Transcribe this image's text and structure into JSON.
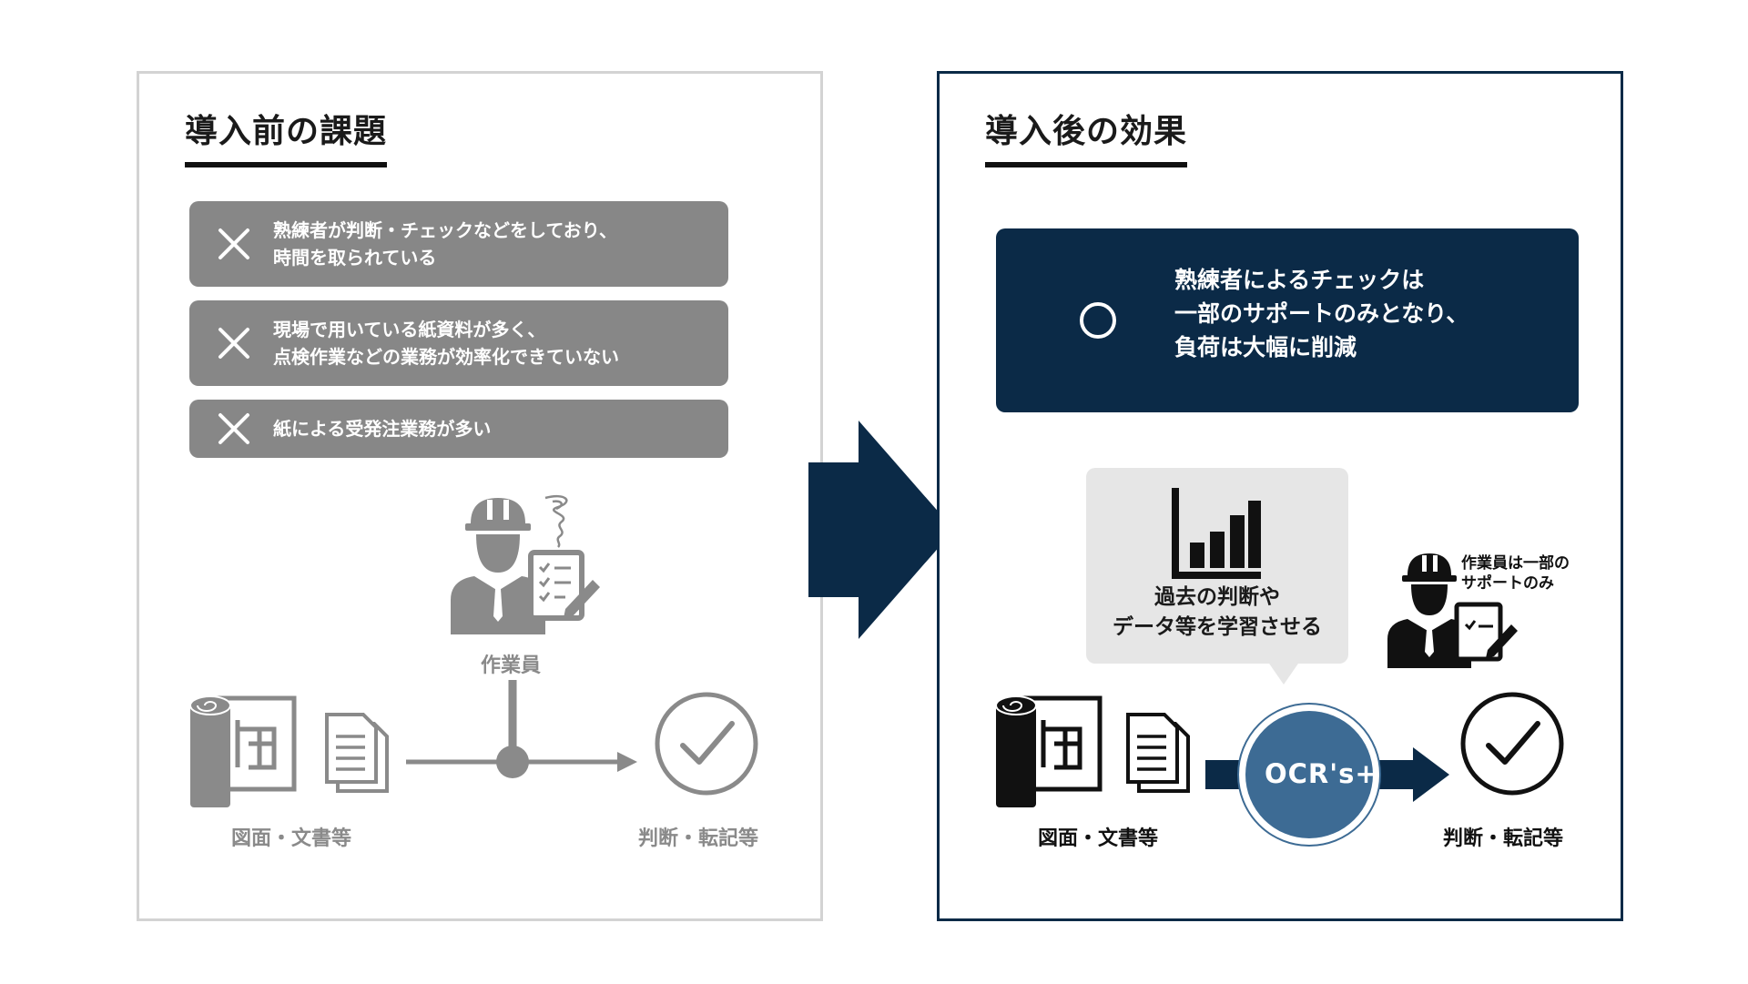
{
  "before": {
    "heading": "導入前の課題",
    "issues": [
      {
        "text": "熟練者が判断・チェックなどをしており、\n時間を取られている"
      },
      {
        "text": "現場で用いている紙資料が多く、\n点検作業などの業務が効率化できていない"
      },
      {
        "text": "紙による受発注業務が多い"
      }
    ],
    "worker_label": "作業員",
    "docs_label": "図面・文書等",
    "result_label": "判断・転記等"
  },
  "after": {
    "heading": "導入後の効果",
    "effect_text": "熟練者によるチェックは\n一部のサポートのみとなり、\n負荷は大幅に削減",
    "bubble_text": "過去の判断や\nデータ等を学習させる",
    "worker_note": "作業員は一部の\nサポートのみ",
    "ocr_label": "OCR's+",
    "docs_label": "図面・文書等",
    "result_label": "判断・転記等"
  },
  "icons": {
    "issue_mark": "cross-icon",
    "effect_mark": "circle-icon",
    "transition": "right-arrow-icon"
  },
  "colors": {
    "navy": "#0b2a47",
    "grey_box": "#878787",
    "ocr_circle": "#3d6b94"
  }
}
